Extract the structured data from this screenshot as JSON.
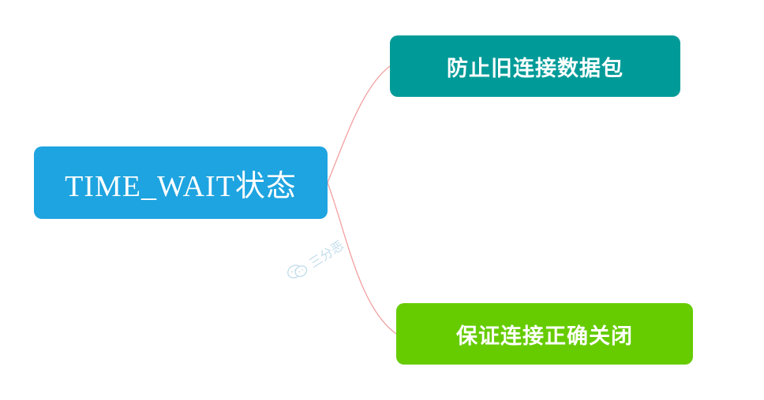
{
  "mindmap": {
    "root": {
      "label": "TIME_WAIT状态",
      "color": "#1ea4e0"
    },
    "branches": [
      {
        "label": "防止旧连接数据包",
        "color": "#009b98"
      },
      {
        "label": "保证连接正确关闭",
        "color": "#66cc00"
      }
    ],
    "connector_color": "#f2a0a0"
  },
  "watermark": {
    "text": "三分恶",
    "icon": "wechat-icon"
  }
}
